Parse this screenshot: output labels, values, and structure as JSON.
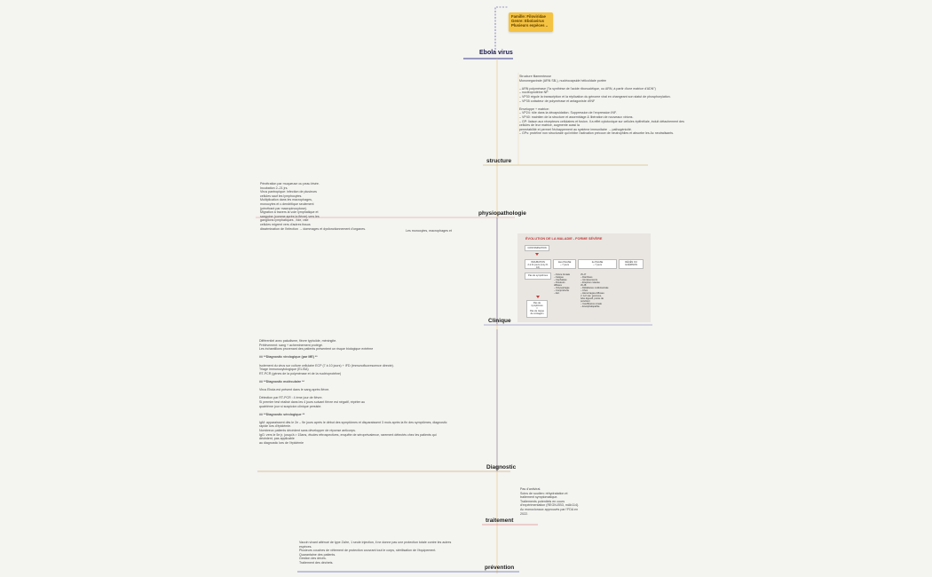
{
  "genus_box": "Famille: Filoviridae\nGenre: Ebolavirus\nPlusieurs espèces ..",
  "root": "Ebola virus",
  "branches": {
    "structure": {
      "label": "structure",
      "note": "Structure filamenteuse\nMononegavirale (ARN SB-), nucléocapside hélicoïdale portée\n\n– ARN polymérase (\"la synthèse de l'acide ribonucléique, ou ARN, à partir d'une matrice d'ADN\")\n– nucléoprotéine NP\n– VP30 régule la transcription et la réplication du génome viral en changeant son statut de phosphorylation.\n– VP35 cofacteur de polymérase et antagoniste d'INF\n\nEnveloppe + matrice:\n– VP24: rôle dans la décapsidation. Suppression de l'expression INF.\n– VP40: maintien de la structure et assemblage & libération de nouveaux virions.\n– GP: liaison aux récepteurs cellulaires et fusion. Il a effet cytotoxique sur cellules épithéliale, induit détachement des cellules de leur matrice, augmente aussi la\nperméabilité et permet l'échappement au système immunitaire → pathogénicité.\n– GPs: protéine non structurale qui inhibe l'activation précoce de neutrophiles et absorbe les Ac neutralisants."
    },
    "physiopathologie": {
      "label": "physiopathologie",
      "note": "Pénétration par muqueuse ou peau lésée.\nIncubation 2–21 jrs.\nVirus pantropique: infection de plusieurs\ncellules sauf les lymphocytes.\nMultiplication dans les macrophages,\nmonocytes et c.dendritique seulement\n(pénétrant par macropinocytose).\nMigration à travers la voie lymphatique et\nsanguine (comme après la fièvre) vers les\nganglions lymphatiques , foie, rate\ncellules migrent vers d'autres tissus\ndissémination de l'infection → dommages et dysfonctionnement d'organes.",
      "side_note": "Les monocytes, macrophages et"
    },
    "clinique": {
      "label": "Clinique",
      "table": {
        "title": "ÉVOLUTION DE LA MALADIE - FORME SÉVÈRE",
        "contamination": "CONTAMINATION",
        "incubation": "INCUBATION\n2 à 21 jours (moy 8-10)",
        "phase1": "1ère PHASE\n~ 7 jours",
        "phase2": "2e PHASE\n~ 7 jours",
        "outcome": "DÉCÈS OU\nGUÉRISON",
        "no_symptoms": "Pas de symptômes",
        "no_symptoms2": "Pas de\nsymptômes\n=\nPas de risque\nde contagion",
        "phase1_list": "– Fièvre brutale\n– Fatigue\n– Céphalées\n– Douleurs\n  diffuses\n– Odynophagie\n– Conjonctivite\n– Etc.",
        "phase2_list": "J5-J7\n– Diarrhées\n– Vomissements\n– Éruption cutanée\nJ6-J8\n– Défaillance multiviscérale\n– Choc\n– Hémorragies diffuses\n  (> 1/2 cas: gencives,\n  tube digestif, points de\n  ponction)\n– Insuffisance rénale\n– Encéphalopathie"
      }
    },
    "diagnostic": {
      "label": "Diagnostic",
      "note_lines": [
        {
          "t": "Différentiel avec paludisme, fièvre typhoïde, méningite.",
          "h": false
        },
        {
          "t": "Prélèvement: sang + acheminement protégé.",
          "h": false
        },
        {
          "t": "Les échantillons provenant des patients présentent un risque biologique extrême",
          "h": false
        },
        {
          "t": "",
          "h": false
        },
        {
          "t": "## **Diagnostic virologique (par ME) **",
          "h": true
        },
        {
          "t": "",
          "h": false
        },
        {
          "t": "Isolement du virus sur culture cellulaire ECP (7 à 10 jours) + IFD (immunofluorescence directe).",
          "h": false
        },
        {
          "t": "Triage immunocytologique (ELISA)",
          "h": false
        },
        {
          "t": "RT-PCR (gènes de la polymérase et de la nucléoprotéine)",
          "h": false
        },
        {
          "t": "",
          "h": false
        },
        {
          "t": "## **Diagnostic moléculaire **",
          "h": true
        },
        {
          "t": "",
          "h": false
        },
        {
          "t": "Virus Ebola est présent dans le sang après fièvre.",
          "h": false
        },
        {
          "t": "",
          "h": false
        },
        {
          "t": "Détection par RT-PCR : 4 ème jour de fièvre.",
          "h": false
        },
        {
          "t": "Si premier test réalisé dans les 4 jours suivant fièvre est négatif, répéter au",
          "h": false
        },
        {
          "t": "quatrième jour si suspicion clinique persiste.",
          "h": false
        },
        {
          "t": "",
          "h": false
        },
        {
          "t": "## **Diagnostic sérologique **",
          "h": true
        },
        {
          "t": "",
          "h": false
        },
        {
          "t": "IgM: apparaissent dès le 2e – 9e jours après le début des symptômes et disparaissent 3 mois après la fin des symptômes, diagnostic",
          "h": false
        },
        {
          "t": "rapide lors d'épidémie.",
          "h": false
        },
        {
          "t": "Nombreux patients décèdent sans développer de réponse anticorps.",
          "h": false
        },
        {
          "t": "IgG: vers le 5e jr, jusqu'à > 15ans, études rétrospectives, enquête de séroprévalence, rarement détectés chez les patients qui",
          "h": false
        },
        {
          "t": "décèdent, pas applicable",
          "h": false
        },
        {
          "t": "au diagnostic lors de l'épidémie",
          "h": false
        }
      ]
    },
    "traitement": {
      "label": "traitement",
      "note": "Pas d'antiviral.\nSoins de soutien: réhydratation et\ntraitement symptomatique.\nTraitements potentiels en cours\nd'expérimentation (REGN-EB3, mAb114).\nAc monoclonaux approuvés par l'FDA en\n2022."
    },
    "prevention": {
      "label": "prévention",
      "note": "Vaccin vivant atténué de type Zaïre, 1 seule injection, il ne donne pas une protection totale contre les autres\nespèces.\nPlusieurs couches de vêtement de protection couvrant tout le corps, stérilisation de l'équipement.\nQuarantaine des patients.\nGestion des décès.\nTraitement des déchets."
    }
  },
  "colors": {
    "trunk": "#f0c98a",
    "root_underline": "#3b3b8f",
    "structure_line": "#c8a44a",
    "physio_line": "#d98a8a",
    "clinique_line": "#6a6ab0",
    "diagnostic_line": "#c09050",
    "traitement_line": "#d05a5a",
    "prevention_line": "#6070b0",
    "box": "#f5c342"
  }
}
